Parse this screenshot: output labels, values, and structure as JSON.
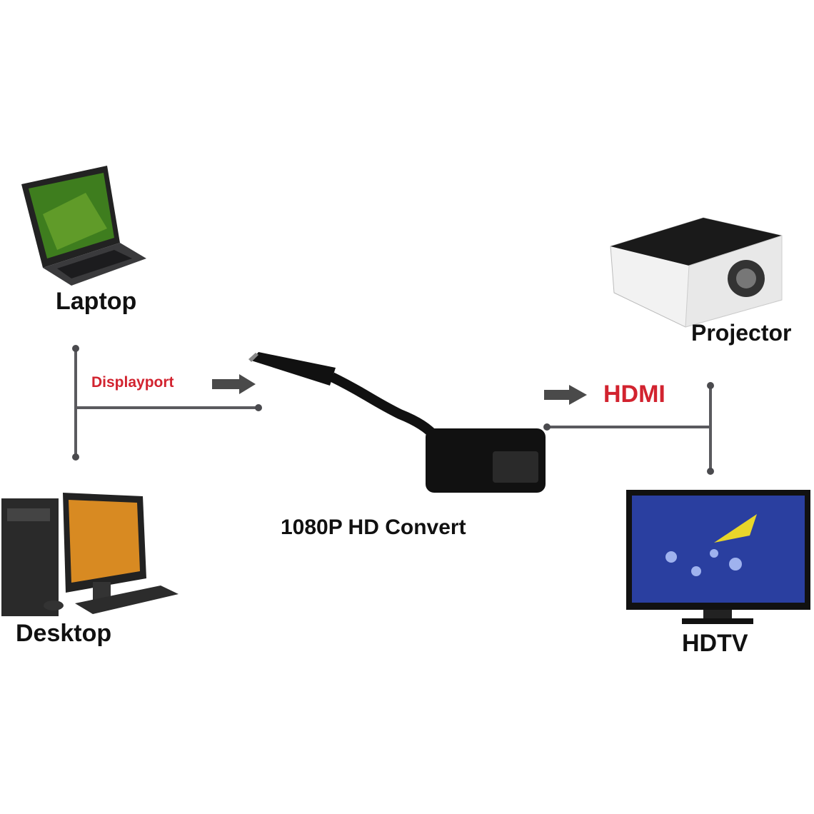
{
  "labels": {
    "laptop": "Laptop",
    "desktop": "Desktop",
    "projector": "Projector",
    "hdtv": "HDTV",
    "input_signal": "Displayport",
    "output_signal": "HDMI",
    "device": "1080P HD Convert"
  },
  "colors": {
    "signal_label": "#d2232f",
    "connector_line": "#5a5a5e",
    "arrow": "#4a4a4a",
    "adapter": "#111111"
  }
}
